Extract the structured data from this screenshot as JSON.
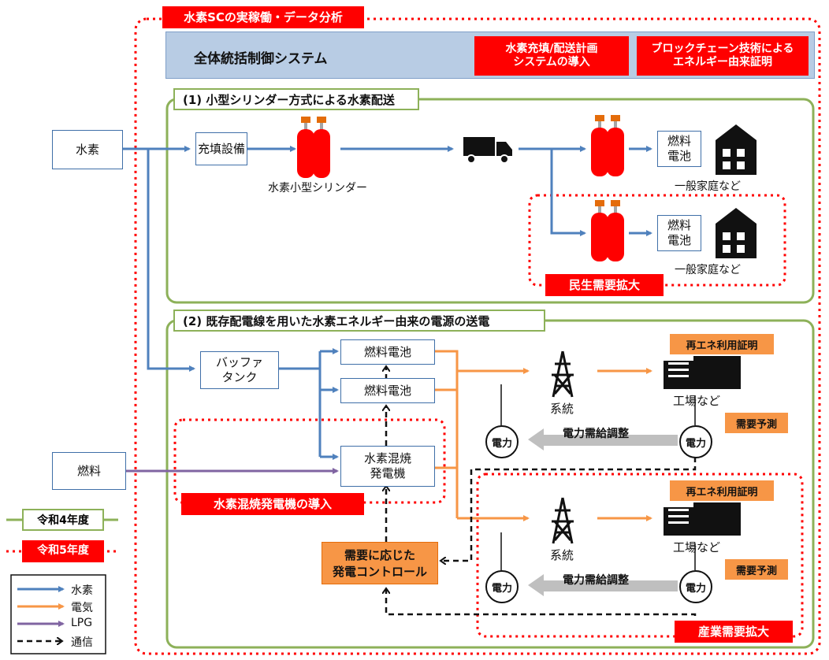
{
  "header": {
    "title": "水素SCの実稼働・データ分析",
    "control_system": "全体統括制御システム",
    "plan_system": "水素充填/配送計画\nシステムの導入",
    "blockchain": "ブロックチェーン技術による\nエネルギー由来証明"
  },
  "section1": {
    "title": "(1) 小型シリンダー方式による水素配送",
    "hydrogen": "水素",
    "filling": "充填設備",
    "cylinder_label": "水素小型シリンダー",
    "fuel_cell_a": "燃料\n電池",
    "fuel_cell_b": "燃料\n電池",
    "home_a": "一般家庭など",
    "home_b": "一般家庭など",
    "demand_expansion": "民生需要拡大"
  },
  "section2": {
    "title": "(2) 既存配電線を用いた水素エネルギー由来の電源の送電",
    "buffer_tank": "バッファ\nタンク",
    "fuel_cell_1": "燃料電池",
    "fuel_cell_2": "燃料電池",
    "cofiring_generator": "水素混焼\n発電機",
    "fuel": "燃料",
    "cofiring_intro": "水素混焼発電機の導入",
    "gen_control": "需要に応じた\n発電コントロール",
    "grid_1": "系統",
    "grid_2": "系統",
    "factory_1": "工場など",
    "factory_2": "工場など",
    "renewable_cert_1": "再エネ利用証明",
    "renewable_cert_2": "再エネ利用証明",
    "demand_forecast_1": "需要予測",
    "demand_forecast_2": "需要予測",
    "power_balance_1": "電力需給調整",
    "power_balance_2": "電力需給調整",
    "power_circle": "電力",
    "industrial_expansion": "産業需要拡大"
  },
  "legend": {
    "reiwa4": "令和4年度",
    "reiwa5": "令和5年度",
    "hydrogen": "水素",
    "electricity": "電気",
    "lpg": "LPG",
    "communication": "通信"
  },
  "colors": {
    "hydrogen_line": "#4f81bd",
    "electricity_line": "#f79646",
    "lpg_line": "#8064a2",
    "reiwa4_green": "#8db159",
    "reiwa5_red": "#ff0000",
    "control_bg": "#b8cce4"
  }
}
